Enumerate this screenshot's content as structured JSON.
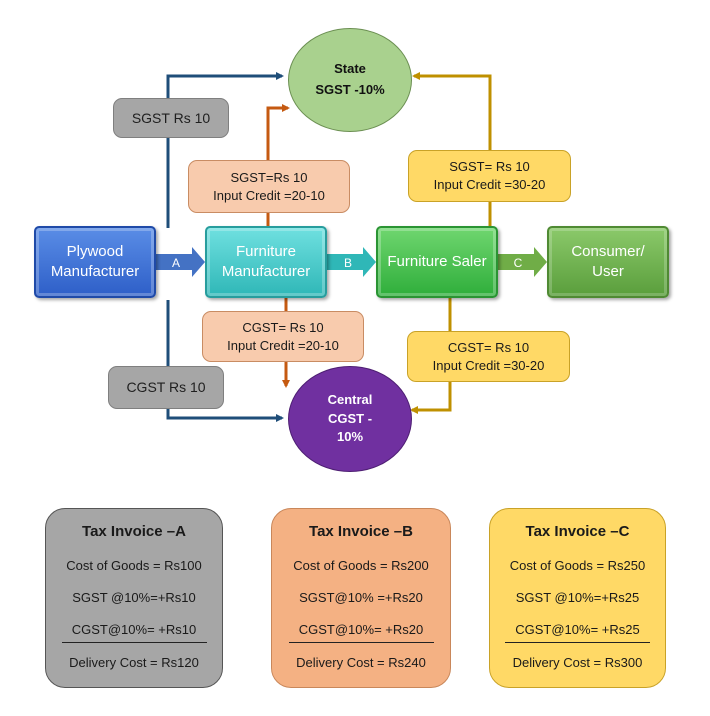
{
  "entities": {
    "plywood": "Plywood Manufacturer",
    "furniture_manufacturer": "Furniture Manufacturer",
    "furniture_saler": "Furniture Saler",
    "consumer": "Consumer/ User"
  },
  "flow_labels": {
    "a": "A",
    "b": "B",
    "c": "C"
  },
  "state": {
    "line1": "State",
    "line2": "SGST -10%"
  },
  "central": {
    "line1": "Central",
    "line2": "CGST -",
    "line3": "10%"
  },
  "labels": {
    "sgst_plywood": "SGST Rs 10",
    "cgst_plywood": "CGST Rs 10",
    "sgst_manufacturer_line1": "SGST=Rs 10",
    "sgst_manufacturer_line2": "Input Credit =20-10",
    "cgst_manufacturer_line1": "CGST= Rs 10",
    "cgst_manufacturer_line2": "Input Credit =20-10",
    "sgst_saler_line1": "SGST= Rs 10",
    "sgst_saler_line2": "Input Credit =30-20",
    "cgst_saler_line1": "CGST= Rs 10",
    "cgst_saler_line2": "Input Credit =30-20"
  },
  "invoices": [
    {
      "title": "Tax Invoice –A",
      "cost": "Cost of Goods = Rs100",
      "sgst": "SGST @10%=+Rs10",
      "cgst": "CGST@10%= +Rs10",
      "delivery": "Delivery Cost = Rs120"
    },
    {
      "title": "Tax Invoice –B",
      "cost": "Cost of Goods = Rs200",
      "sgst": "SGST@10% =+Rs20",
      "cgst": "CGST@10%= +Rs20",
      "delivery": "Delivery Cost = Rs240"
    },
    {
      "title": "Tax Invoice –C",
      "cost": "Cost of Goods = Rs250",
      "sgst": "SGST @10%=+Rs25",
      "cgst": "CGST@10%= +Rs25",
      "delivery": "Delivery Cost = Rs300"
    }
  ],
  "colors": {
    "connector_navy": "#1f4e79",
    "connector_orange": "#c55a11",
    "connector_gold": "#bf9000",
    "flow_blue": "#4472c4",
    "flow_teal": "#2fb7b7",
    "flow_green": "#70ad47"
  }
}
